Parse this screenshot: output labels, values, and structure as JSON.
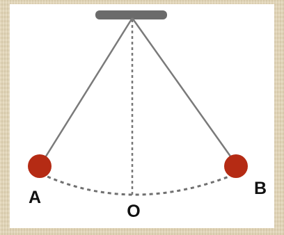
{
  "diagram": {
    "points": {
      "left": "A",
      "right": "B",
      "center": "O"
    },
    "colors": {
      "background": "#e3d6b8",
      "canvas": "#ffffff",
      "support": "#6b6b6b",
      "string": "#7a7a7a",
      "bob": "#b52b14",
      "path": "#707070"
    }
  }
}
